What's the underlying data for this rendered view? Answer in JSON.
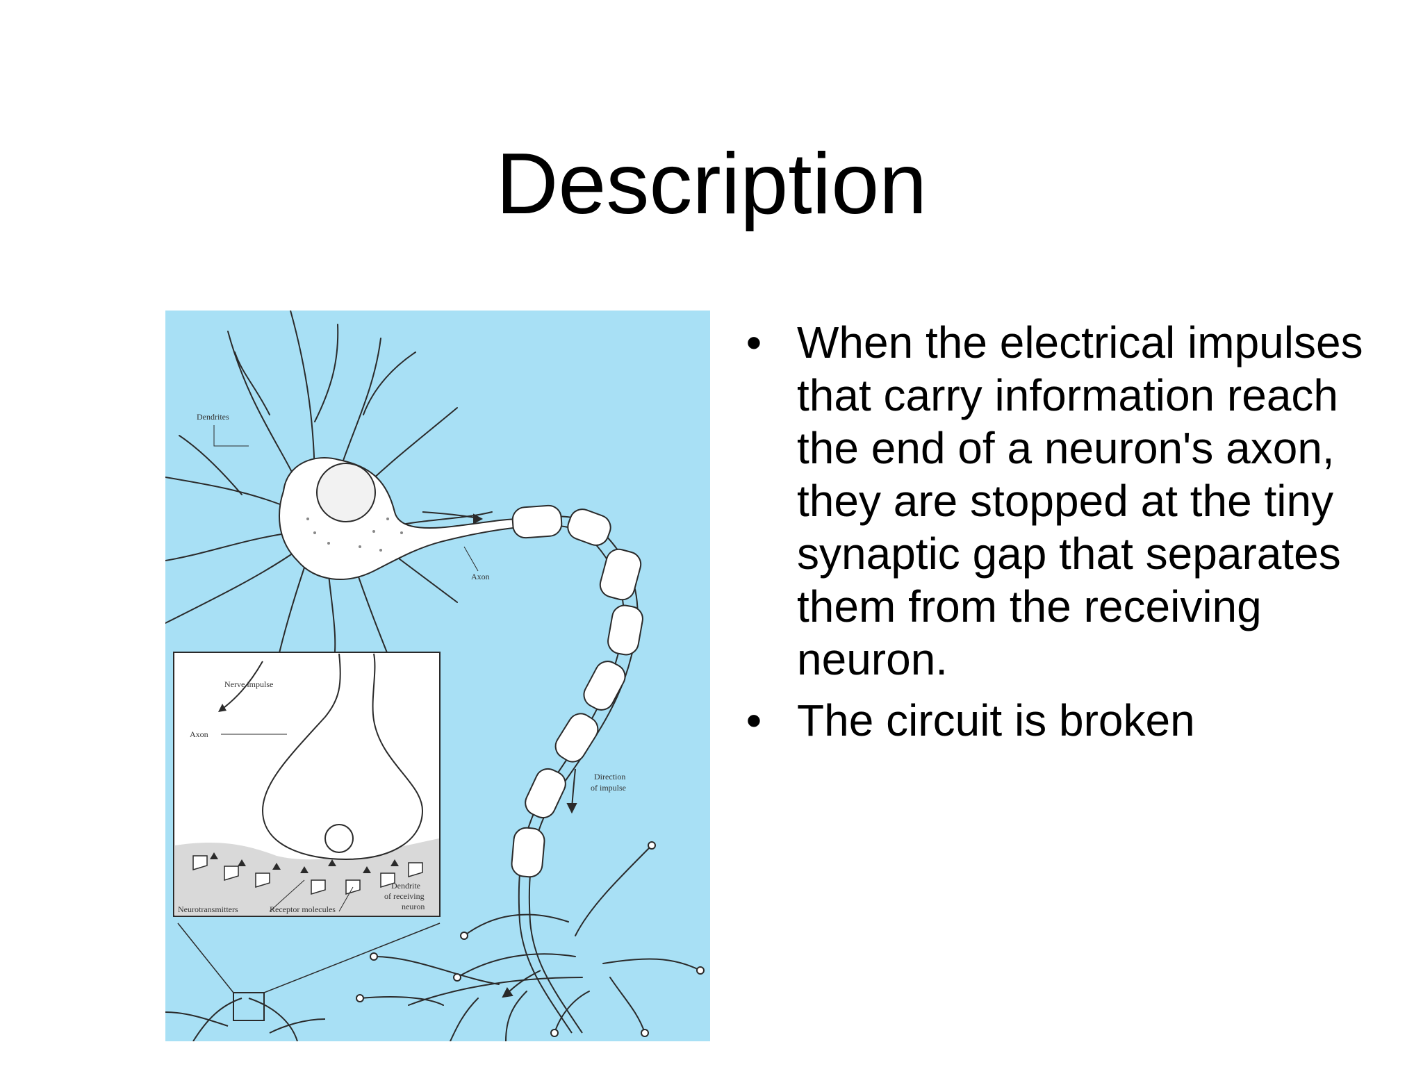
{
  "slide": {
    "title": "Description",
    "bullets": [
      "When the electrical impulses that carry information reach the end of a neuron's axon, they are stopped at the tiny synaptic gap that separates them from the receiving neuron.",
      "The circuit is broken"
    ],
    "bullet_symbol": "•"
  },
  "figure": {
    "background_color": "#a8e0f5",
    "labels": {
      "dendrites": "Dendrites",
      "axon": "Axon",
      "direction": "Direction",
      "of_impulse": "of impulse",
      "nerve_impulse": "Nerve impulse",
      "inset_axon": "Axon",
      "dendrite": "Dendrite",
      "of_receiving": "of receiving",
      "neuron": "neuron",
      "neurotransmitters": "Neurotransmitters",
      "receptor_molecules": "Receptor molecules"
    }
  }
}
